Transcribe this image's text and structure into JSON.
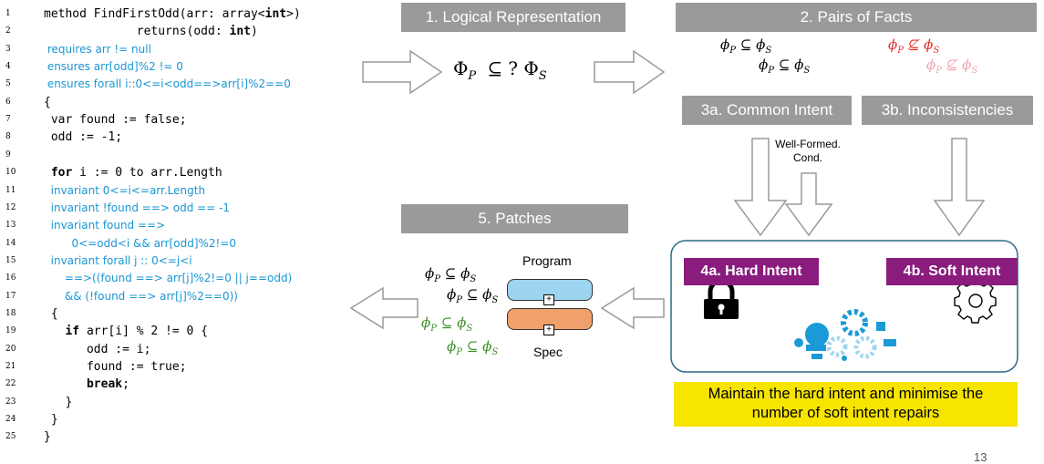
{
  "code": {
    "lines": [
      {
        "num": "1",
        "parts": [
          {
            "t": "method FindFirstOdd(arr: array<",
            "c": ""
          },
          {
            "t": "int",
            "c": "kw"
          },
          {
            "t": ">)",
            "c": ""
          }
        ]
      },
      {
        "num": "2",
        "parts": [
          {
            "t": "             returns(odd: ",
            "c": ""
          },
          {
            "t": "int",
            "c": "kw"
          },
          {
            "t": ")",
            "c": ""
          }
        ]
      },
      {
        "num": "3",
        "parts": [
          {
            "t": " requires arr != null",
            "c": "blue"
          }
        ]
      },
      {
        "num": "4",
        "parts": [
          {
            "t": " ensures arr[odd]%2 != 0",
            "c": "blue"
          }
        ]
      },
      {
        "num": "5",
        "parts": [
          {
            "t": " ensures forall i::0<=i<odd==>arr[i]%2==0",
            "c": "blue"
          }
        ]
      },
      {
        "num": "6",
        "parts": [
          {
            "t": "{",
            "c": ""
          }
        ]
      },
      {
        "num": "7",
        "parts": [
          {
            "t": " var found := false;",
            "c": ""
          }
        ]
      },
      {
        "num": "8",
        "parts": [
          {
            "t": " odd := -1;",
            "c": ""
          }
        ]
      },
      {
        "num": "9",
        "parts": []
      },
      {
        "num": "10",
        "parts": [
          {
            "t": " for",
            "c": "kw"
          },
          {
            "t": " i := 0 to arr.Length",
            "c": ""
          }
        ]
      },
      {
        "num": "11",
        "parts": [
          {
            "t": "  invariant 0<=i<=arr.Length",
            "c": "blue"
          }
        ]
      },
      {
        "num": "12",
        "parts": [
          {
            "t": "  invariant !found ==> odd == -1",
            "c": "blue"
          }
        ]
      },
      {
        "num": "13",
        "parts": [
          {
            "t": "  invariant found ==>",
            "c": "blue"
          }
        ]
      },
      {
        "num": "14",
        "parts": [
          {
            "t": "        0<=odd<i && arr[odd]%2!=0",
            "c": "blue"
          }
        ]
      },
      {
        "num": "15",
        "parts": [
          {
            "t": "  invariant forall j :: 0<=j<i",
            "c": "blue"
          }
        ]
      },
      {
        "num": "16",
        "parts": [
          {
            "t": "      ==>((found ==> arr[j]%2!=0 || j==odd)",
            "c": "blue"
          }
        ]
      },
      {
        "num": "17",
        "parts": [
          {
            "t": "      && (!found ==> arr[j]%2==0))",
            "c": "blue"
          }
        ]
      },
      {
        "num": "18",
        "parts": [
          {
            "t": " {",
            "c": ""
          }
        ]
      },
      {
        "num": "19",
        "parts": [
          {
            "t": "   if",
            "c": "kw"
          },
          {
            "t": " arr[i] % 2 != 0 {",
            "c": ""
          }
        ]
      },
      {
        "num": "20",
        "parts": [
          {
            "t": "      odd := i;",
            "c": ""
          }
        ]
      },
      {
        "num": "21",
        "parts": [
          {
            "t": "      found := true;",
            "c": ""
          }
        ]
      },
      {
        "num": "22",
        "parts": [
          {
            "t": "      break",
            "c": "kw"
          },
          {
            "t": ";",
            "c": ""
          }
        ]
      },
      {
        "num": "23",
        "parts": [
          {
            "t": "   }",
            "c": ""
          }
        ]
      },
      {
        "num": "24",
        "parts": [
          {
            "t": " }",
            "c": ""
          }
        ]
      },
      {
        "num": "25",
        "parts": [
          {
            "t": "}",
            "c": ""
          }
        ]
      }
    ]
  },
  "logical": {
    "title": "1. Logical Representation",
    "formula": "Φ_P ⊆ ? Φ_S"
  },
  "pairs": {
    "title": "2. Pairs of Facts",
    "subset_a": "ϕ_P ⊆ ϕ_S",
    "subset_b": "ϕ_P ⊆ ϕ_S",
    "notsub_a": "ϕ_P ⊈ ϕ_S",
    "notsub_b": "ϕ_P ⊈ ϕ_S"
  },
  "common": {
    "title": "3a. Common Intent"
  },
  "incons": {
    "title": "3b. Inconsistencies"
  },
  "wellformed": {
    "line1": "Well-Formed.",
    "line2": "Cond."
  },
  "patches": {
    "title": "5. Patches",
    "p1": "ϕ_P ⊆ ϕ_S",
    "p2": "ϕ_P ⊆ ϕ_S",
    "p3": "ϕ_P ⊆ ϕ_S",
    "p4": "ϕ_P ⊆ ϕ_S",
    "program_label": "Program",
    "spec_label": "Spec",
    "plus": "+"
  },
  "hard": {
    "title": "4a. Hard Intent"
  },
  "soft": {
    "title": "4b. Soft Intent"
  },
  "footer": {
    "line1": "Maintain the hard intent and minimise the",
    "line2": "number of soft intent repairs"
  },
  "page_number": "13",
  "colors": {
    "banner": "#9a9a9a",
    "code_blue": "#1a96d4",
    "red": "#e8322a",
    "pink": "#f2a3b3",
    "green": "#3f8f2a",
    "purple": "#8a1c7e",
    "yellow": "#f7e500",
    "program_bar": "#9dd4ef",
    "spec_bar": "#f0a06a",
    "gear_blue": "#1a9ad6"
  },
  "icons": [
    "lock-icon",
    "gear-outline-icon",
    "gears-cluster-icon",
    "plus-icon",
    "hollow-arrow-icon"
  ]
}
